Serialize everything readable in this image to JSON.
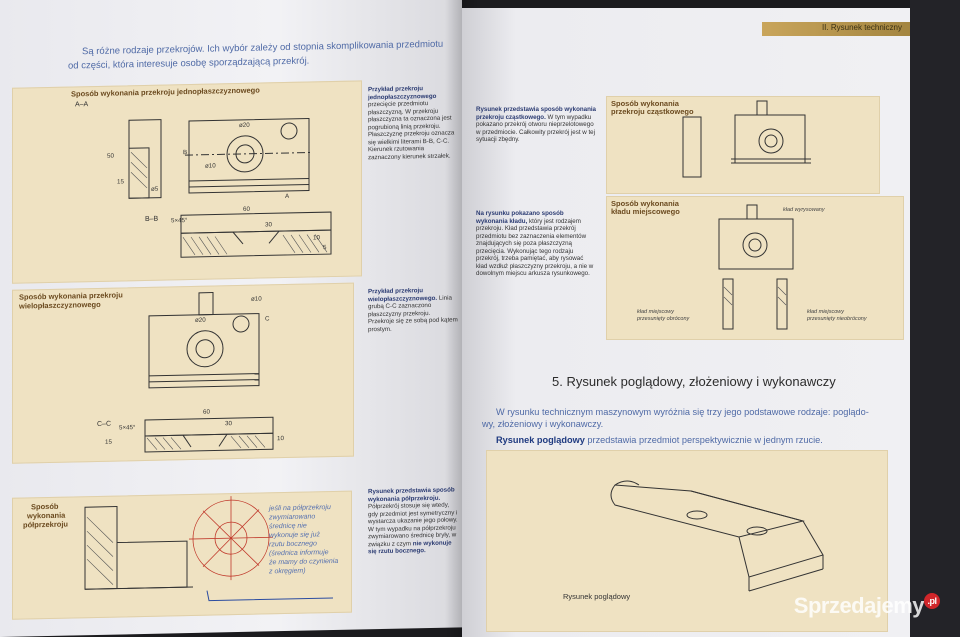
{
  "header": {
    "chapter": "II. Rysunek techniczny"
  },
  "intro": {
    "line1": "Są różne rodzaje przekrojów. Ich wybór zależy od stopnia skomplikowania przedmiotu",
    "line2": "od części, która interesuje osobę sporządzającą przekrój."
  },
  "left": {
    "panel1": {
      "title": "Sposób wykonania przekroju jednopłaszczyznowego",
      "caption_bold": "Przykład przekroju jednopłaszczyznowego",
      "caption_rest": "przecięcie przedmiotu płaszczyzną. W przekroju płaszczyzna ta oznaczona jest pogrubioną linią przekroju. Płaszczyznę przekroju oznacza się wielkimi literami B-B, C-C. Kierunek rzutowania zaznaczony kierunek strzałek.",
      "labels": {
        "aa": "A–A",
        "bb": "B–B",
        "d20": "ø20",
        "d10": "ø10",
        "d5": "ø5",
        "n60": "60",
        "n30": "30",
        "n10": "10",
        "n5": "5",
        "n15": "15",
        "n50": "50",
        "n545": "5×45°",
        "A": "A",
        "B": "B"
      }
    },
    "panel2": {
      "title_l1": "Sposób wykonania przekroju",
      "title_l2": "wielopłaszczyznowego",
      "caption_bold": "Przykład przekroju wielopłaszczyznowego.",
      "caption_rest": "Linia grubą C-C zaznaczono płaszczyzny przekroju. Przekroje się ze sobą pod kątem prostym.",
      "labels": {
        "cc": "C–C",
        "d20": "ø20",
        "d10": "ø10",
        "n60": "60",
        "n30": "30",
        "n10": "10",
        "n15": "15",
        "n545": "5×45°",
        "C": "C"
      }
    },
    "panel3": {
      "title_l1": "Sposób",
      "title_l2": "wykonania",
      "title_l3": "półprzekroju",
      "note_l1": "jeśli na półprzekroju",
      "note_l2": "zwymiarowano",
      "note_l3": "średnicę nie",
      "note_l4": "wykonuje się już",
      "note_l5": "rzutu bocznego",
      "note_l6": "(średnica informuje",
      "note_l7": "że mamy do czynienia",
      "note_l8": "z okręgiem)",
      "caption_bold": "Rysunek przedstawia sposób wykonania półprzekroju.",
      "caption_rest": "Półprzekrój stosuje się wtedy, gdy przedmiot jest symetryczny i wystarcza ukazanie jego połowy. W tym wypadku na półprzekroju zwymiarowano średnicę bryły, w związku z czym",
      "caption_bold2": "nie wykonuje się rzutu bocznego."
    }
  },
  "right": {
    "panel1": {
      "title_l1": "Sposób wykonania",
      "title_l2": "przekroju cząstkowego",
      "caption_bold": "Rysunek przedstawia sposób wykonania przekroju cząstkowego.",
      "caption_rest": "W tym wypadku pokazano przekrój otworu nieprzelotowego w przedmiocie. Całkowity przekrój jest w tej sytuacji zbędny."
    },
    "panel2": {
      "title_l1": "Sposób wykonania",
      "title_l2": "kładu miejscowego",
      "caption_bold": "Na rysunku pokazano sposób wykonania kładu,",
      "caption_rest": "który jest rodzajem przekroju. Kład przedstawia przekrój przedmiotu bez zaznaczenia elementów znajdujących się poza płaszczyzną przecięcia. Wykonując tego rodzaju przekrój, trzeba pamiętać, aby rysować kład wzdłuż płaszczyzny przekroju, a nie w dowolnym miejscu arkusza rysunkowego.",
      "note1_l1": "kład miejscowy",
      "note1_l2": "przesunięty obrócony",
      "note2_l1": "kład miejscowy",
      "note2_l2": "przesunięty nieobrócony",
      "note3": "kład wyrysowany"
    },
    "section5": {
      "title": "5. Rysunek poglądowy, złożeniowy i wykonawczy",
      "para1_l1": "W rysunku technicznym maszynowym wyróżnia się trzy jego podstawowe rodzaje: poglądo-",
      "para1_l2": "wy, złożeniowy i wykonawczy.",
      "para2_bold": "Rysunek poglądowy",
      "para2_rest": " przedstawia przedmiot perspektywicznie w jednym rzucie.",
      "figure_caption": "Rysunek poglądowy"
    }
  },
  "watermark": {
    "text": "Sprzedajemy",
    "suffix": ".pl"
  },
  "colors": {
    "panel": "#efe2c2",
    "text_blue": "#4f6aa6",
    "header_gold": "#c9a55b"
  }
}
